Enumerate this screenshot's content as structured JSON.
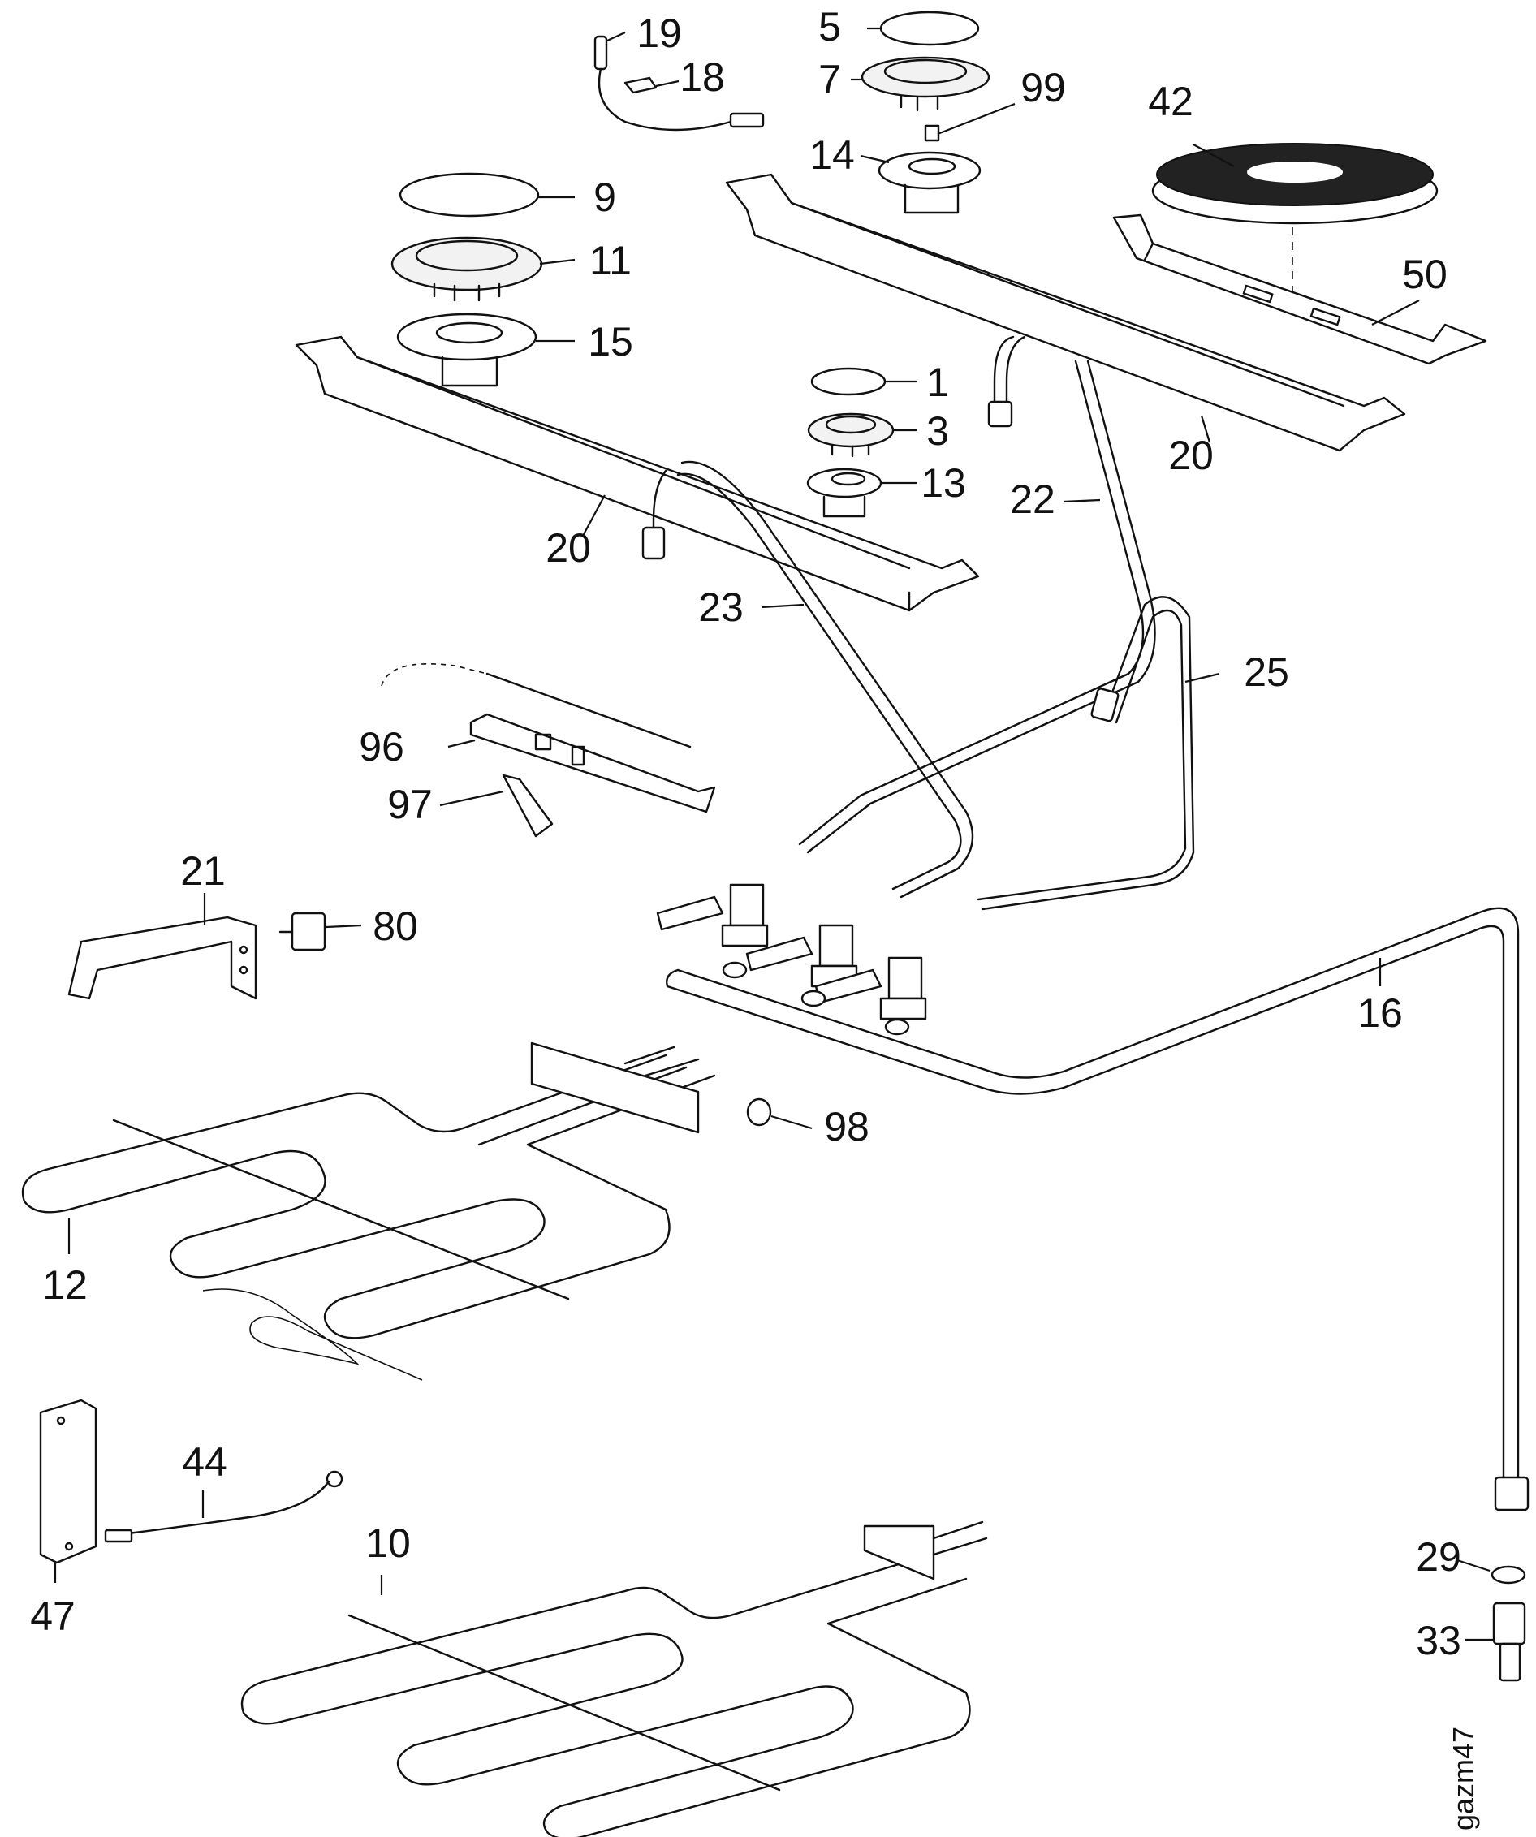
{
  "diagram_code": "gazm47",
  "part_numbers": [
    "1",
    "3",
    "5",
    "7",
    "9",
    "10",
    "11",
    "12",
    "13",
    "14",
    "15",
    "16",
    "18",
    "19",
    "20",
    "21",
    "22",
    "23",
    "25",
    "29",
    "33",
    "42",
    "44",
    "47",
    "50",
    "80",
    "96",
    "97",
    "98",
    "99"
  ],
  "colors": {
    "ink": "#111111",
    "background": "#ffffff"
  }
}
